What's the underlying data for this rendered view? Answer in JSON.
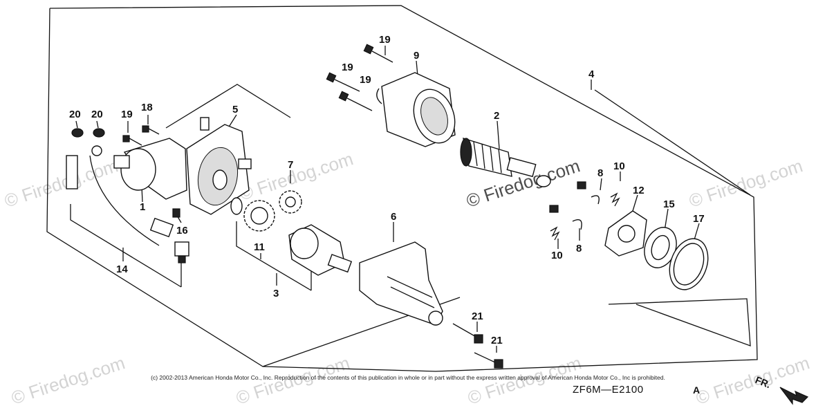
{
  "watermark": "© Firedog.com",
  "copyright": "(c) 2002-2013 American Honda Motor Co., Inc. Reproduction of the contents of this publication in whole or in part without the express written approval of American Honda Motor Co., Inc is prohibited.",
  "diagram_code": "ZF6M—E2100",
  "diagram_suffix": "A",
  "front_label": "FR.",
  "callouts": {
    "c1": "1",
    "c2": "2",
    "c3": "3",
    "c4": "4",
    "c5": "5",
    "c6": "6",
    "c7": "7",
    "c8a": "8",
    "c8b": "8",
    "c9": "9",
    "c10a": "10",
    "c10b": "10",
    "c11": "11",
    "c12": "12",
    "c14": "14",
    "c15": "15",
    "c16": "16",
    "c17": "17",
    "c18": "18",
    "c19a": "19",
    "c19b": "19",
    "c19c": "19",
    "c19d": "19",
    "c20a": "20",
    "c20b": "20",
    "c21a": "21",
    "c21b": "21"
  }
}
